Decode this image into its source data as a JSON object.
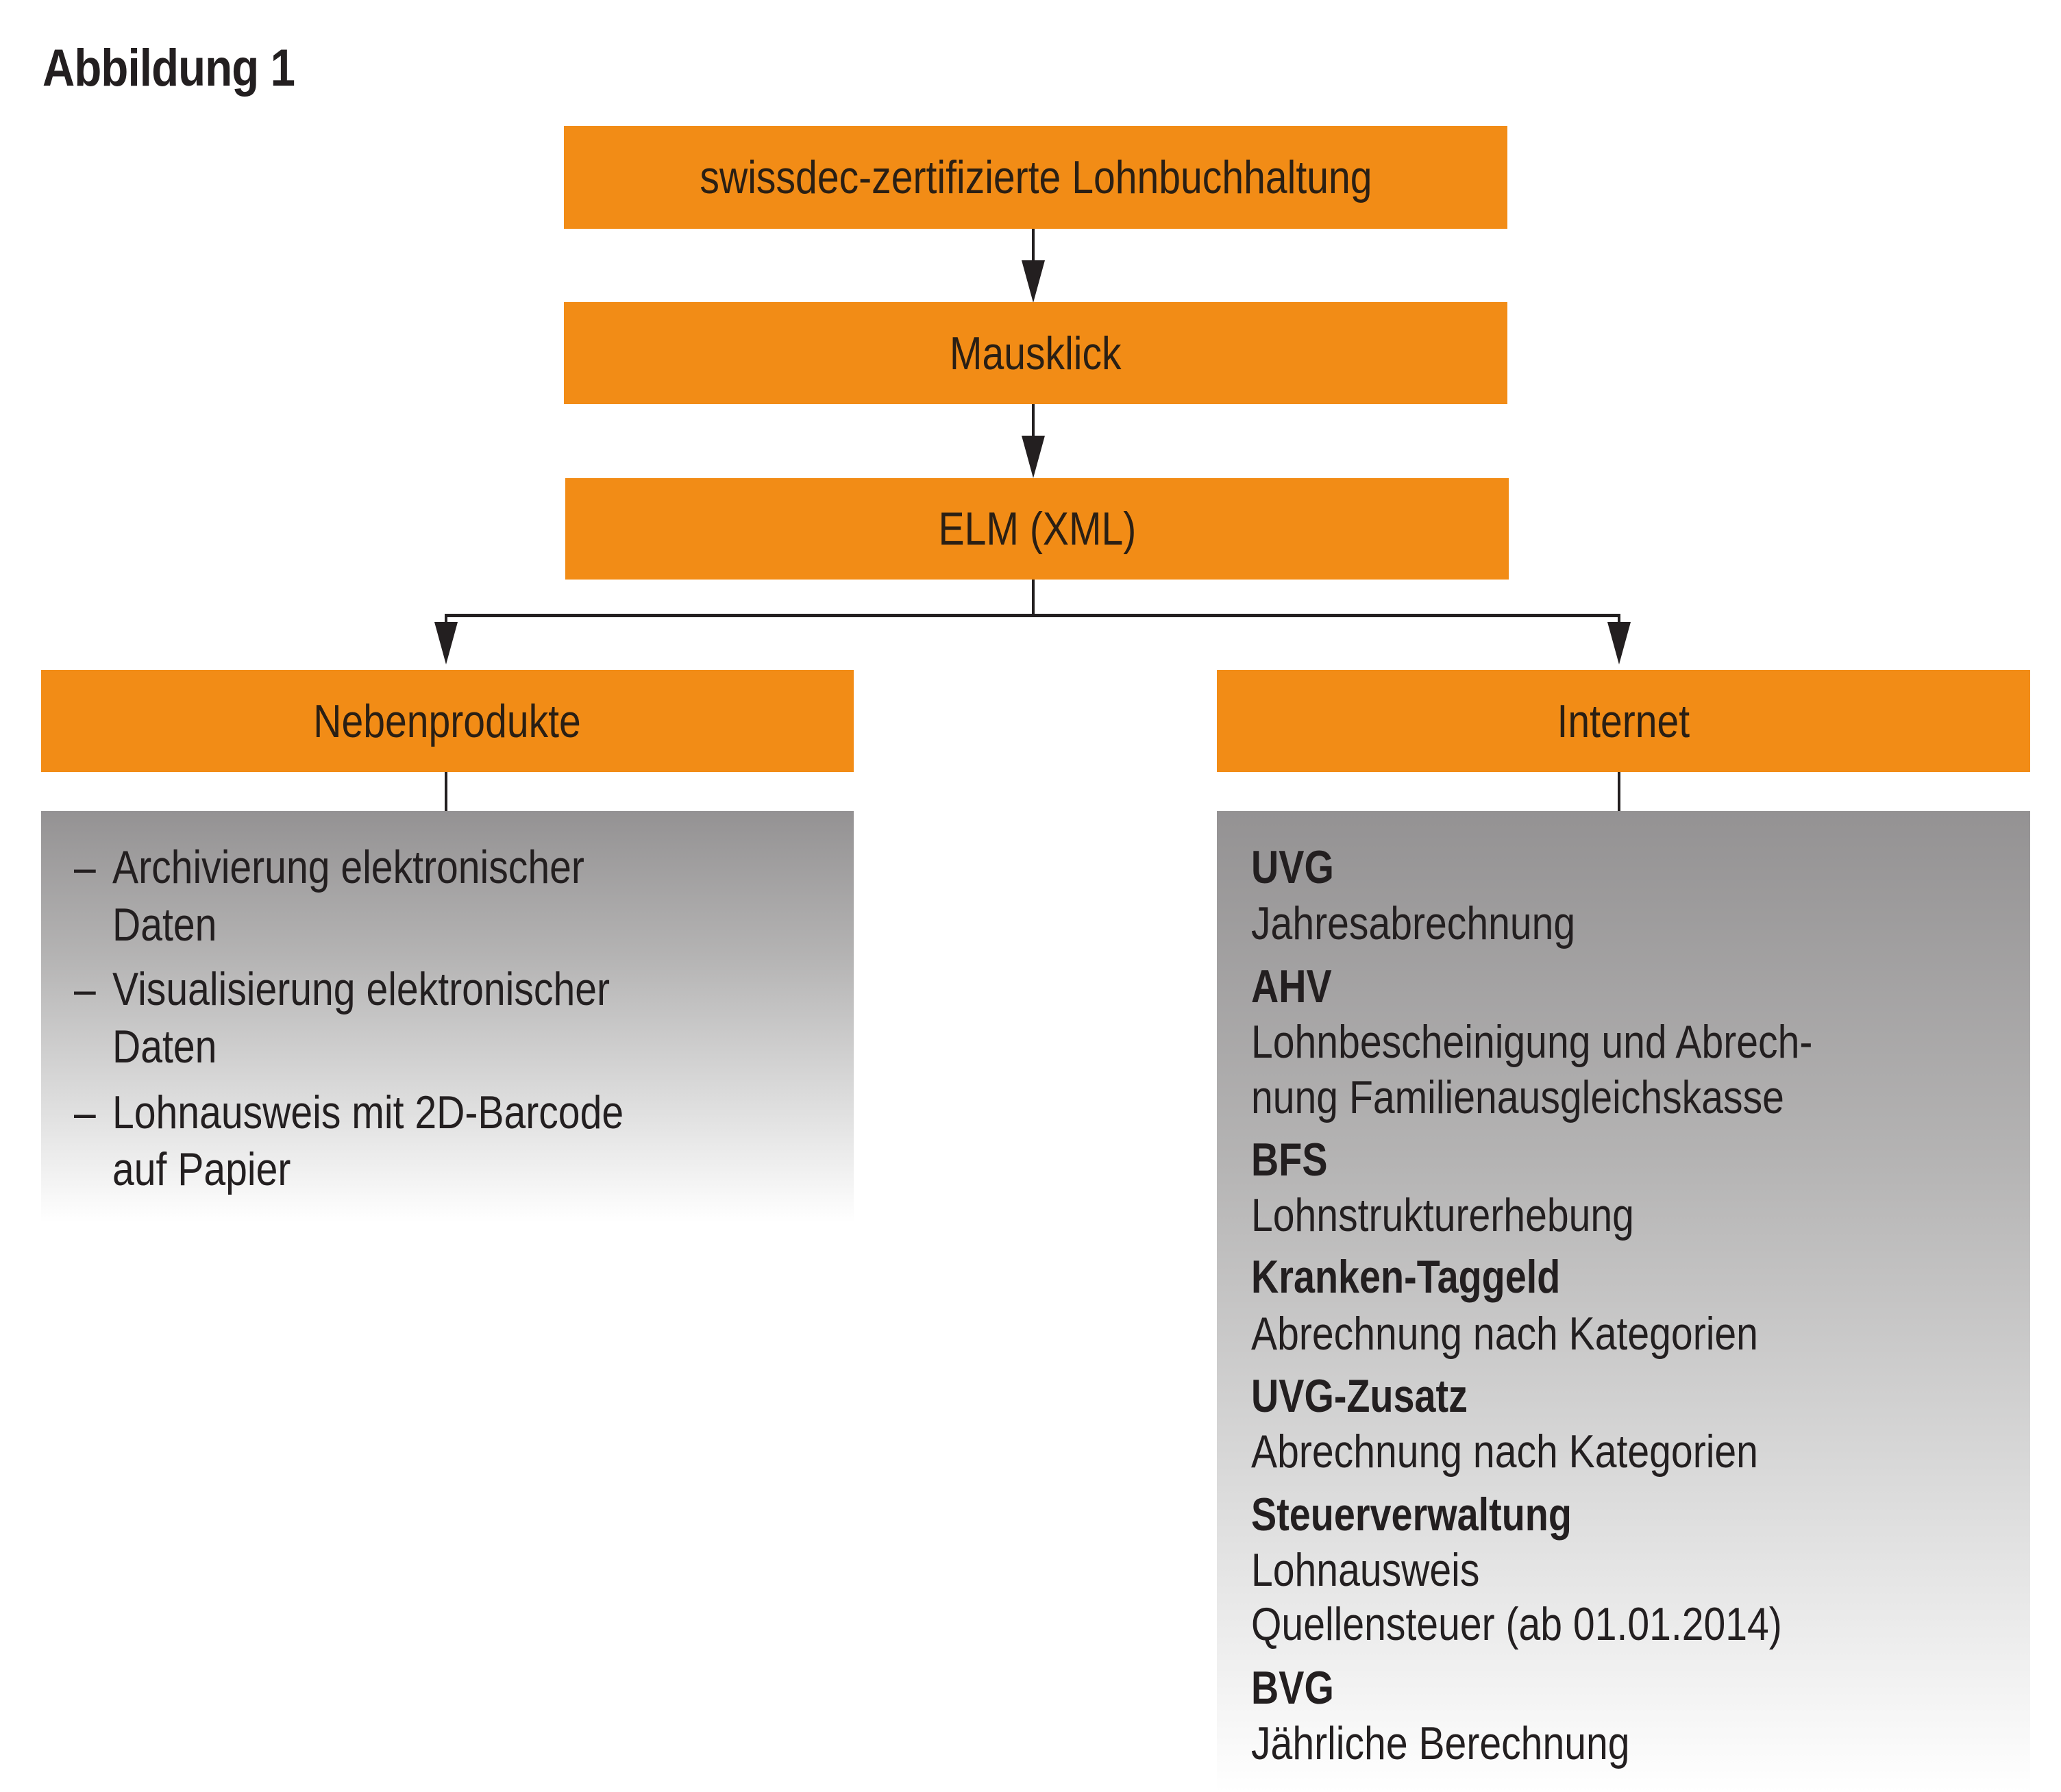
{
  "figure_title": "Abbildung 1",
  "colors": {
    "box_fill": "#f28c16",
    "gradient_top": "#949293",
    "gradient_bottom": "#ffffff",
    "lines": "#231f20"
  },
  "flow": {
    "step1": "swissdec-zertifizierte Lohnbuchhaltung",
    "step2": "Mausklick",
    "step3": "ELM (XML)"
  },
  "branches": {
    "left": {
      "label": "Nebenprodukte",
      "bullet": "–",
      "items": [
        {
          "line1": "Archivierung elektronischer",
          "line2": "Daten"
        },
        {
          "line1": "Visualisierung elektronischer",
          "line2": "Daten"
        },
        {
          "line1": "Lohnausweis mit 2D-Barcode",
          "line2": "auf Papier"
        }
      ]
    },
    "right": {
      "label": "Internet",
      "entries": [
        {
          "heading": "UVG",
          "lines": [
            "Jahresabrechnung"
          ]
        },
        {
          "heading": "AHV",
          "lines": [
            "Lohnbescheinigung und Abrech-",
            "nung Familienausgleichskasse"
          ]
        },
        {
          "heading": "BFS",
          "lines": [
            "Lohnstrukturerhebung"
          ]
        },
        {
          "heading": "Kranken-Taggeld",
          "lines": [
            "Abrechnung nach Kategorien"
          ]
        },
        {
          "heading": "UVG-Zusatz",
          "lines": [
            "Abrechnung nach Kategorien"
          ]
        },
        {
          "heading": "Steuerverwaltung",
          "lines": [
            "Lohnausweis",
            "Quellensteuer (ab 01.01.2014)"
          ]
        },
        {
          "heading": "BVG",
          "lines": [
            "Jährliche Berechnung"
          ]
        }
      ]
    }
  }
}
